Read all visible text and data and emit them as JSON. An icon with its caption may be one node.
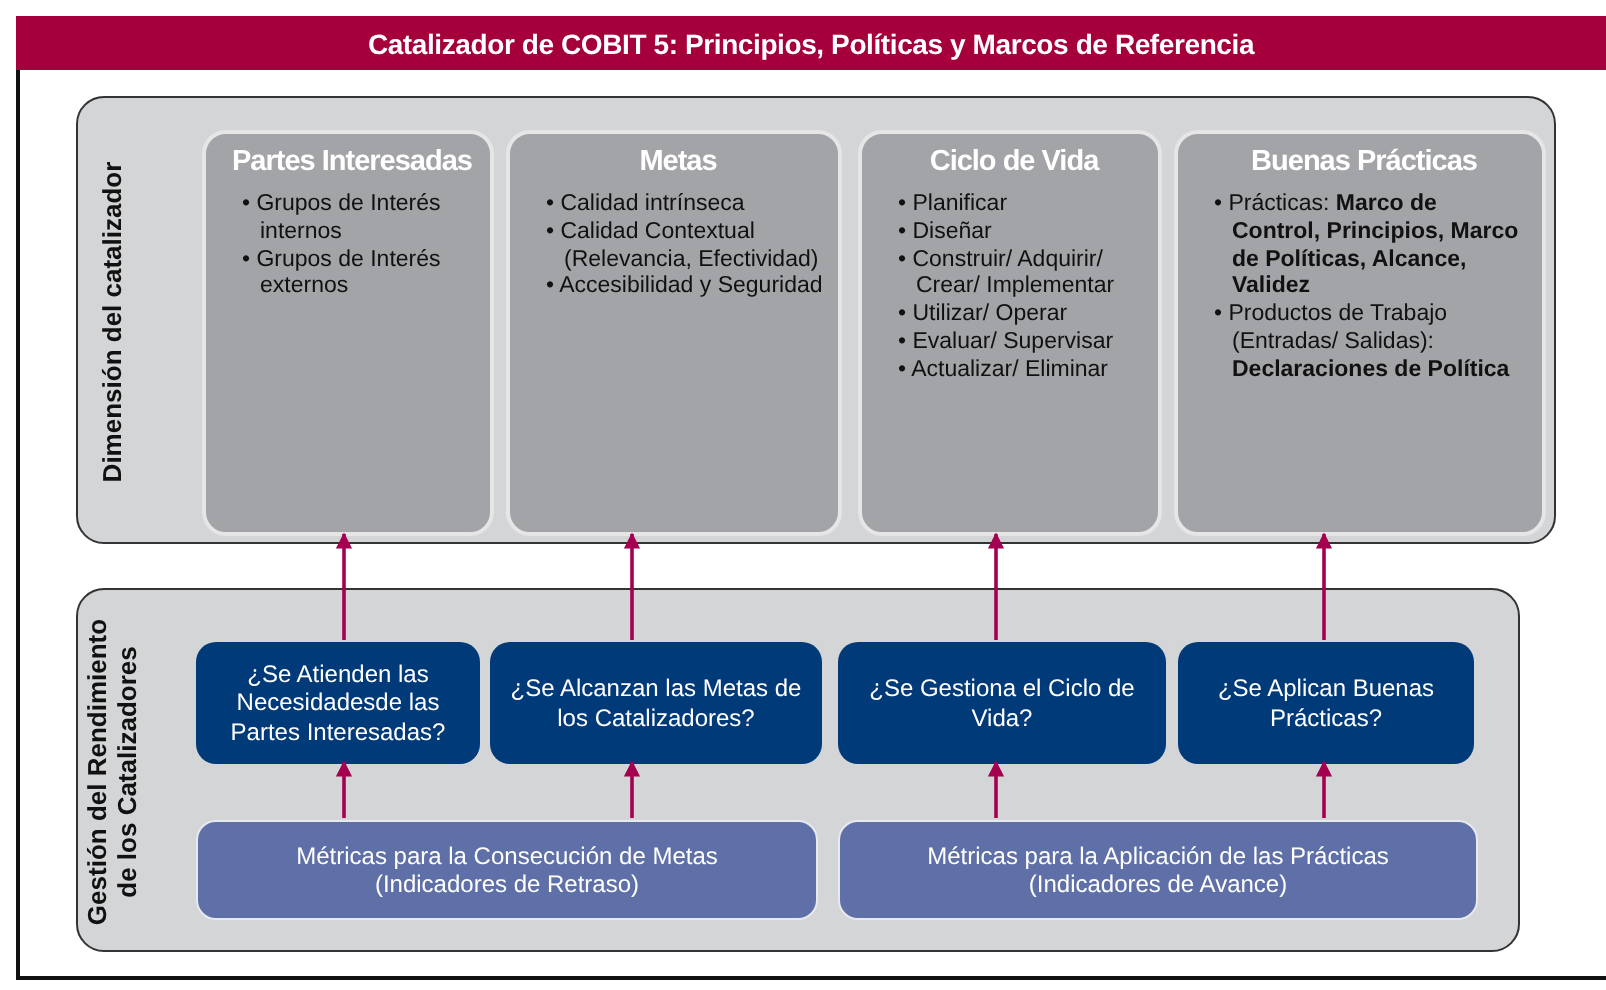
{
  "diagram": {
    "title": "Catalizador de COBIT 5: Principios, Políticas y Marcos de Referencia",
    "nodes": [
      {
        "text": [
          "Dimensión del catalizador"
        ]
      },
      {
        "text": [
          "Partes Interesadas",
          "• Grupos de Interés internos",
          "• Grupos de Interés externos"
        ],
        "in": 0
      },
      {
        "text": [
          "Metas",
          "• Calidad intrínseca",
          "• Calidad Contextual (Relevancia, Efectividad)",
          "• Accesibilidad y Seguridad"
        ],
        "in": 0
      },
      {
        "text": [
          "Ciclo de Vida",
          "• Planificar",
          "• Diseñar",
          "• Construir/ Adquirir/ Crear/ Implementar",
          "• Utilizar/ Operar",
          "• Evaluar/ Supervisar",
          "• Actualizar/ Eliminar"
        ],
        "in": 0
      },
      {
        "text": [
          "Buenas Prácticas",
          "• Prácticas: **Marco de Control, Principios, Marco de Políticas, Alcance, Validez**",
          "• Productos de Trabajo (Entradas/ Salidas): **Declaraciones de Política**"
        ],
        "in": 0
      },
      {
        "text": [
          "Gestión del Rendimiento de los Catalizadores"
        ]
      },
      {
        "text": [
          "¿Se Atienden las Necesidadesde las Partes Interesadas?"
        ],
        "in": 5
      },
      {
        "text": [
          "¿Se Alcanzan las Metas de los Catalizadores?"
        ],
        "in": 5
      },
      {
        "text": [
          "¿Se Gestiona el Ciclo de Vida?"
        ],
        "in": 5
      },
      {
        "text": [
          "¿Se Aplican Buenas Prácticas?"
        ],
        "in": 5
      },
      {
        "text": [
          "Métricas para la Consecución de Metas (Indicadores de Retraso)"
        ],
        "in": 5
      },
      {
        "text": [
          "Métricas para la Aplicación de las Prácticas (Indicadores de Avance)"
        ],
        "in": 5
      }
    ],
    "edges": [
      {
        "from": 10,
        "to": 6,
        "arrow": "to"
      },
      {
        "from": 10,
        "to": 7,
        "arrow": "to"
      },
      {
        "from": 11,
        "to": 8,
        "arrow": "to"
      },
      {
        "from": 11,
        "to": 9,
        "arrow": "to"
      },
      {
        "from": 6,
        "to": 1,
        "arrow": "to"
      },
      {
        "from": 7,
        "to": 2,
        "arrow": "to"
      },
      {
        "from": 8,
        "to": 3,
        "arrow": "to"
      },
      {
        "from": 9,
        "to": 4,
        "arrow": "to"
      }
    ]
  }
}
